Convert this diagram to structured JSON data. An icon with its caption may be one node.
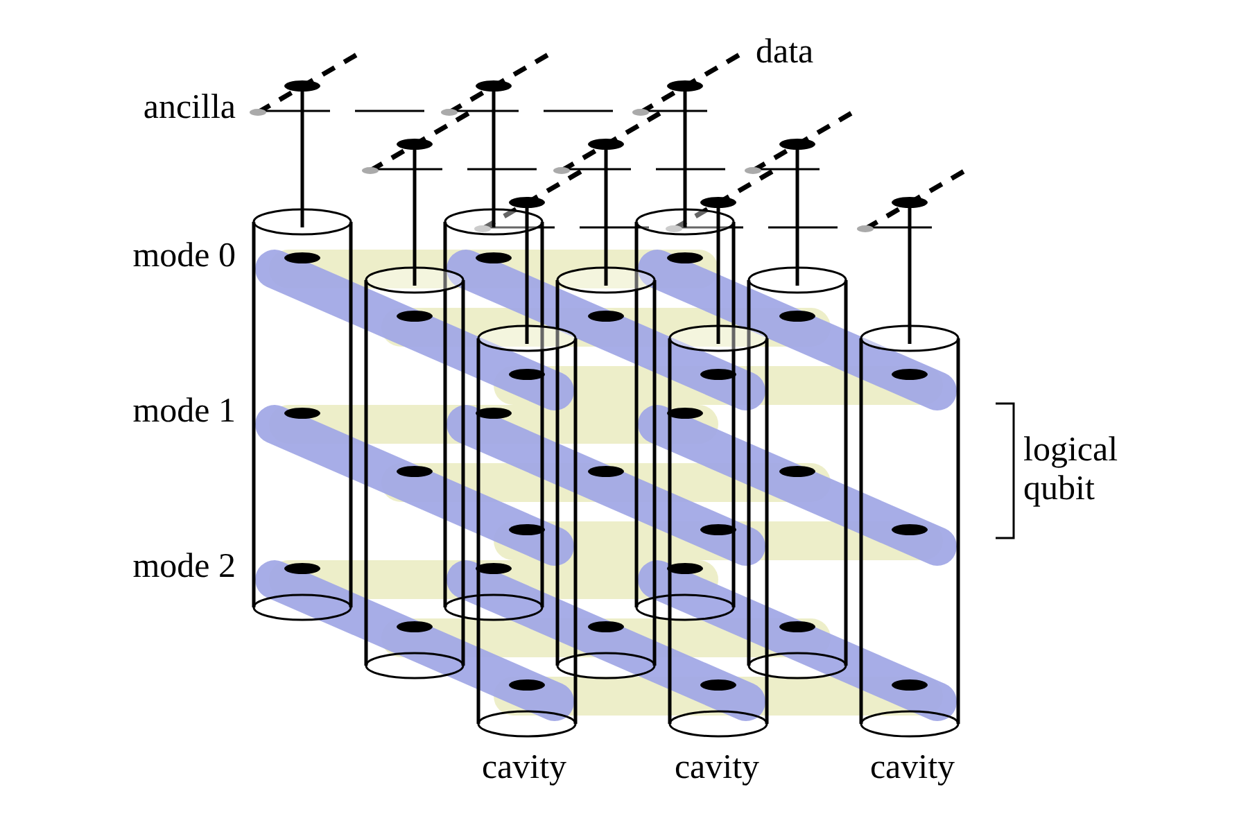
{
  "diagram": {
    "labels": [
      "data",
      "ancilla",
      "mode 0",
      "mode 1",
      "logical qubit",
      "mode 2",
      "cavity",
      "cavity",
      "cavity"
    ]
  }
}
